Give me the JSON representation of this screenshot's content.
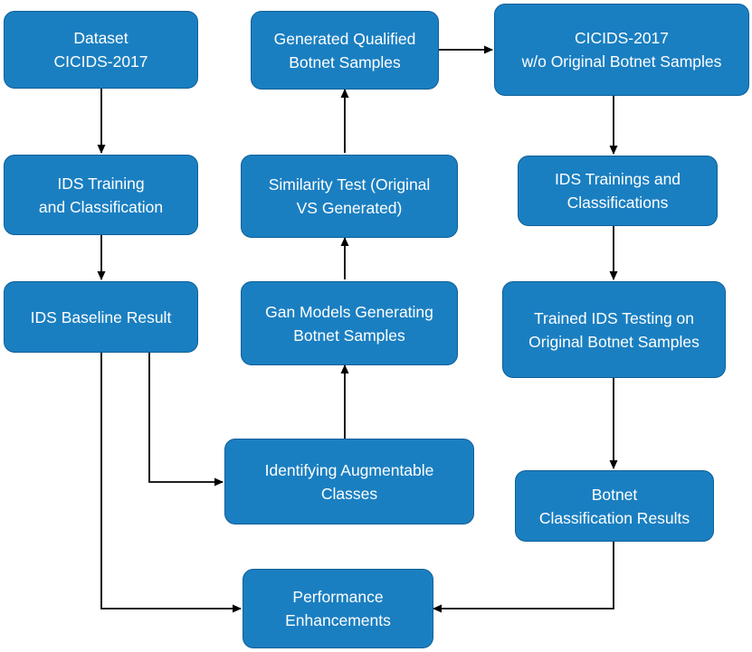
{
  "diagram": {
    "colors": {
      "node_fill": "#1a7fc1",
      "node_border": "#0e5f99",
      "node_text": "#ffffff",
      "edge": "#000000"
    },
    "nodes": {
      "dataset": {
        "line1": "Dataset",
        "line2": "CICIDS-2017"
      },
      "ids_training": {
        "line1": "IDS Training",
        "line2": "and Classification"
      },
      "ids_baseline": {
        "line1": "IDS Baseline Result"
      },
      "identifying": {
        "line1": "Identifying Augmentable",
        "line2": "Classes"
      },
      "gan_models": {
        "line1": "Gan Models Generating",
        "line2": "Botnet Samples"
      },
      "similarity": {
        "line1": "Similarity Test (Original",
        "line2": "VS Generated)"
      },
      "generated": {
        "line1": "Generated Qualified",
        "line2": "Botnet Samples"
      },
      "cicids_wo": {
        "line1": "CICIDS-2017",
        "line2": "w/o Original Botnet Samples"
      },
      "ids_trainings": {
        "line1": "IDS Trainings and",
        "line2": "Classifications"
      },
      "trained_ids": {
        "line1": "Trained IDS Testing on",
        "line2": "Original Botnet Samples"
      },
      "botnet_results": {
        "line1": "Botnet",
        "line2": "Classification Results"
      },
      "performance": {
        "line1": "Performance",
        "line2": "Enhancements"
      }
    },
    "edges": [
      {
        "from": "dataset",
        "to": "ids_training"
      },
      {
        "from": "ids_training",
        "to": "ids_baseline"
      },
      {
        "from": "ids_baseline",
        "to": "identifying"
      },
      {
        "from": "ids_baseline",
        "to": "performance"
      },
      {
        "from": "identifying",
        "to": "gan_models"
      },
      {
        "from": "gan_models",
        "to": "similarity"
      },
      {
        "from": "similarity",
        "to": "generated"
      },
      {
        "from": "generated",
        "to": "cicids_wo"
      },
      {
        "from": "cicids_wo",
        "to": "ids_trainings"
      },
      {
        "from": "ids_trainings",
        "to": "trained_ids"
      },
      {
        "from": "trained_ids",
        "to": "botnet_results"
      },
      {
        "from": "botnet_results",
        "to": "performance"
      }
    ]
  }
}
